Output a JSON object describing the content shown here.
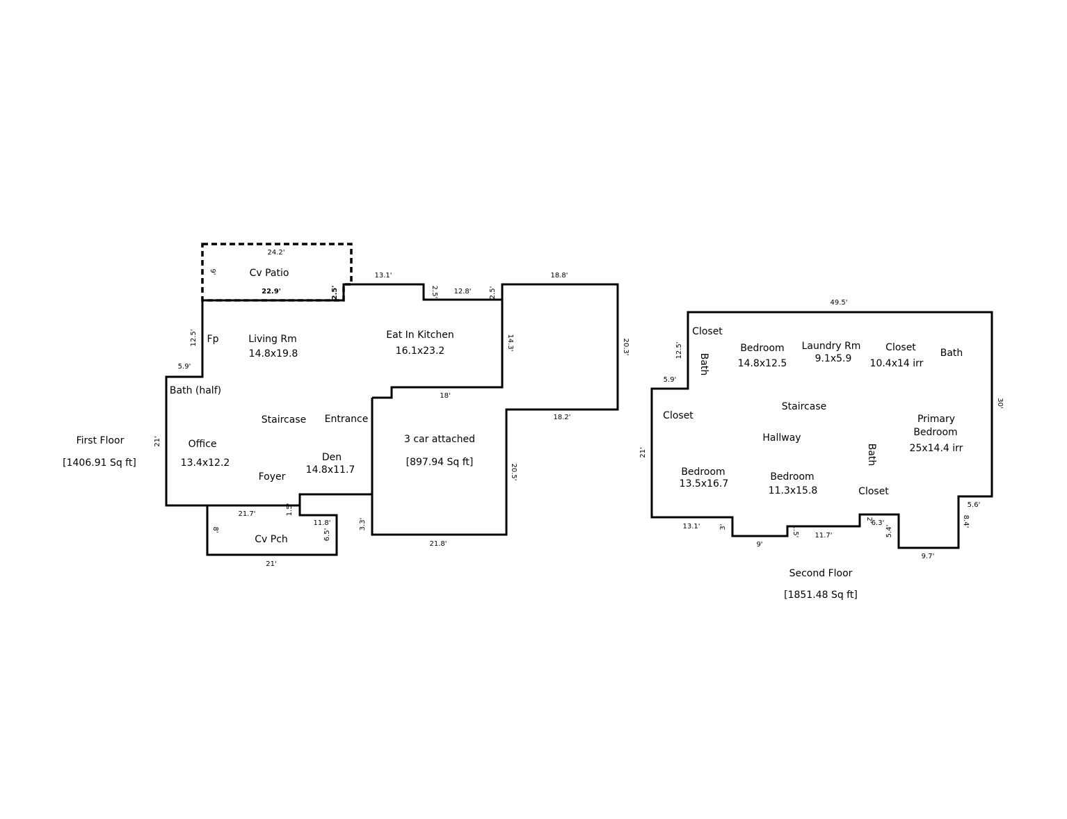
{
  "first_floor": {
    "title": "First Floor",
    "area": "[1406.91 Sq ft]",
    "rooms": {
      "cv_patio": "Cv Patio",
      "fp": "Fp",
      "living_rm": "Living Rm",
      "living_rm_size": "14.8x19.8",
      "eat_in_kitchen": "Eat In Kitchen",
      "eat_in_kitchen_size": "16.1x23.2",
      "bath_half": "Bath (half)",
      "staircase": "Staircase",
      "entrance": "Entrance",
      "office": "Office",
      "office_size": "13.4x12.2",
      "foyer": "Foyer",
      "den": "Den",
      "den_size": "14.8x11.7",
      "cv_pch": "Cv Pch",
      "garage": "3 car attached",
      "garage_area": "[897.94 Sq ft]"
    },
    "dims": {
      "patio_top": "24.2'",
      "patio_side": "9'",
      "patio_bottom": "22.9'",
      "patio_step": "2.5'",
      "d_13_1": "13.1'",
      "d_2_5_a": "2.5'",
      "d_12_8": "12.8'",
      "d_2_5_b": "2.5'",
      "d_18_8": "18.8'",
      "d_20_3": "20.3'",
      "d_14_3": "14.3'",
      "d_18": "18'",
      "d_18_2": "18.2'",
      "d_20_5": "20.5'",
      "d_21_8": "21.8'",
      "d_3_3": "3.3'",
      "d_12_5": "12.5'",
      "d_5_9": "5.9'",
      "d_21": "21'",
      "d_21_7": "21.7'",
      "d_1_5": "1.5'",
      "d_11_8": "11.8'",
      "d_6_5": "6.5'",
      "d_8": "8'",
      "d_pch_21": "21'"
    }
  },
  "second_floor": {
    "title": "Second Floor",
    "area": "[1851.48 Sq ft]",
    "rooms": {
      "closet_1": "Closet",
      "bath_1": "Bath",
      "bedroom_1": "Bedroom",
      "bedroom_1_size": "14.8x12.5",
      "laundry": "Laundry Rm",
      "laundry_size": "9.1x5.9",
      "closet_2": "Closet",
      "closet_2_size": "10.4x14 irr",
      "bath_2": "Bath",
      "closet_3": "Closet",
      "staircase": "Staircase",
      "hallway": "Hallway",
      "primary_1": "Primary",
      "primary_2": "Bedroom",
      "primary_size": "25x14.4 irr",
      "bath_3": "Bath",
      "bedroom_2": "Bedroom",
      "bedroom_2_size": "13.5x16.7",
      "bedroom_3": "Bedroom",
      "bedroom_3_size": "11.3x15.8",
      "closet_4": "Closet"
    },
    "dims": {
      "d_49_5": "49.5'",
      "d_30": "30'",
      "d_5_6": "5.6'",
      "d_8_4": "8.4'",
      "d_9_7": "9.7'",
      "d_5_4": "5.4'",
      "d_6_3": "6.3'",
      "d_2": "2'",
      "d_11_7": "11.7'",
      "d_1_5": "1.5'",
      "d_9": "9'",
      "d_3": "3'",
      "d_13_1": "13.1'",
      "d_21": "21'",
      "d_5_9": "5.9'",
      "d_12_5": "12.5'"
    }
  }
}
